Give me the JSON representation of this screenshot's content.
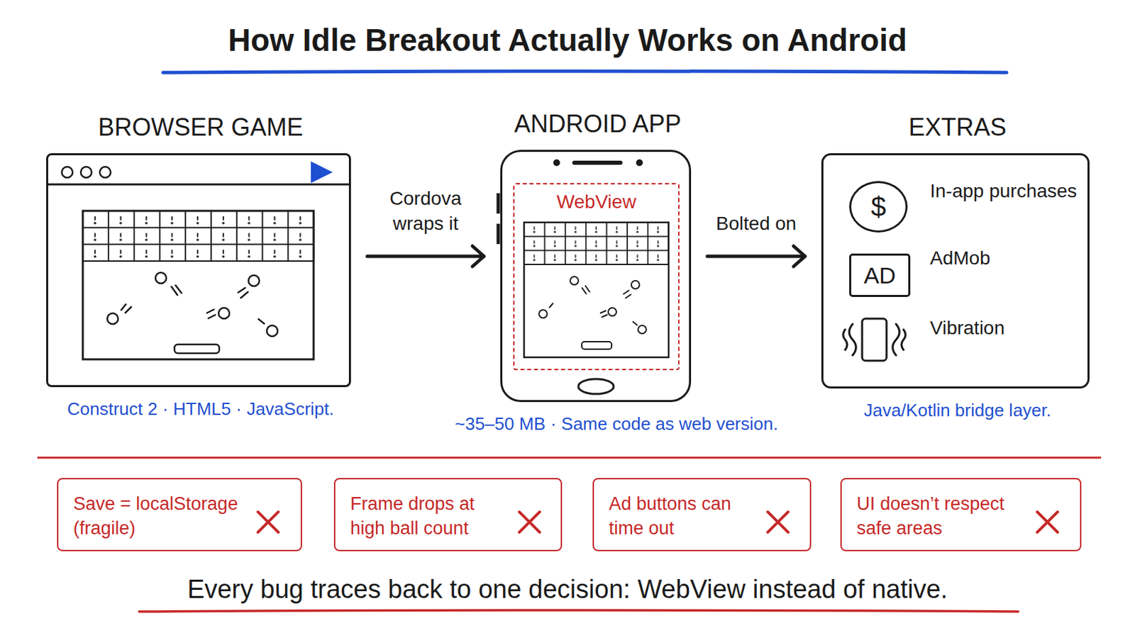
{
  "diagram": {
    "title": "How Idle Breakout Actually Works on Android",
    "caption": "Every bug traces back to one decision: WebView instead of native.",
    "nodes": [
      {
        "text": [
          "BROWSER GAME",
          "Construct 2 · HTML5 · JavaScript."
        ]
      },
      {
        "text": [
          "ANDROID APP",
          "~35–50 MB · Same code as web version."
        ]
      },
      {
        "text": [
          "WebView"
        ],
        "in": 1
      },
      {
        "text": [
          "EXTRAS",
          "Java/Kotlin bridge layer."
        ]
      },
      {
        "text": [
          "$"
        ],
        "in": 3
      },
      {
        "text": [
          "AD"
        ],
        "in": 3
      },
      {
        "text": [
          "Save = localStorage (fragile)"
        ]
      },
      {
        "text": [
          "Frame drops at high ball count"
        ]
      },
      {
        "text": [
          "Ad buttons can time out"
        ]
      },
      {
        "text": [
          "UI doesn’t respect safe areas"
        ]
      }
    ],
    "edges": [
      {
        "from": 0,
        "to": 1,
        "label": "Cordova wraps it",
        "arrow": "to"
      },
      {
        "from": 1,
        "to": 3,
        "label": "Bolted on",
        "arrow": "to"
      }
    ],
    "labels": [
      "In-app purchases",
      "AdMob",
      "Vibration"
    ]
  }
}
